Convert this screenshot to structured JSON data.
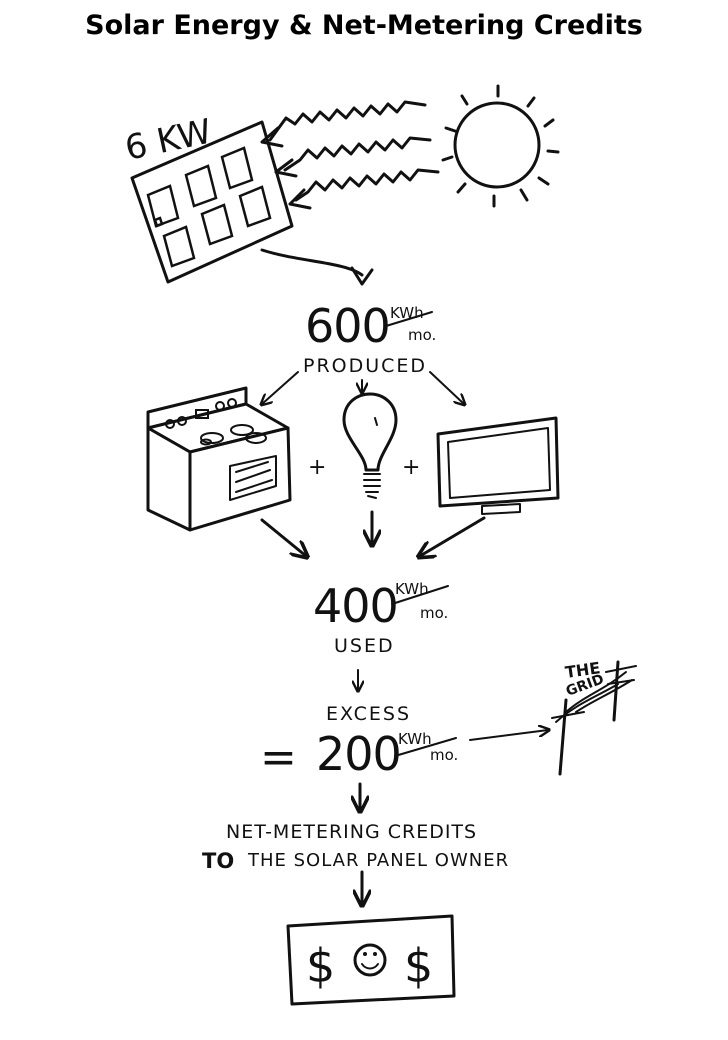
{
  "title": "Solar Energy & Net-Metering Credits",
  "panel": {
    "label": "6 KW"
  },
  "produced": {
    "value": "600",
    "unit_top": "KWh",
    "unit_bottom": "mo.",
    "label": "PRODUCED"
  },
  "plus_signs": [
    "+",
    "+"
  ],
  "used": {
    "value": "400",
    "unit_top": "KWh",
    "unit_bottom": "mo.",
    "label": "USED"
  },
  "excess": {
    "label": "EXCESS",
    "equals": "=",
    "value": "200",
    "unit_top": "KWh",
    "unit_bottom": "mo."
  },
  "grid": {
    "line1": "THE",
    "line2": "GRID"
  },
  "credits": {
    "line1": "NET-METERING CREDITS",
    "line2_lead": "TO",
    "line2_rest": "THE SOLAR PANEL OWNER"
  },
  "bill": {
    "left": "$",
    "right": "$"
  },
  "icons": [
    "solar-panel-icon",
    "sun-icon",
    "stove-icon",
    "light-bulb-icon",
    "television-icon",
    "power-pole-icon",
    "smiley-icon"
  ]
}
